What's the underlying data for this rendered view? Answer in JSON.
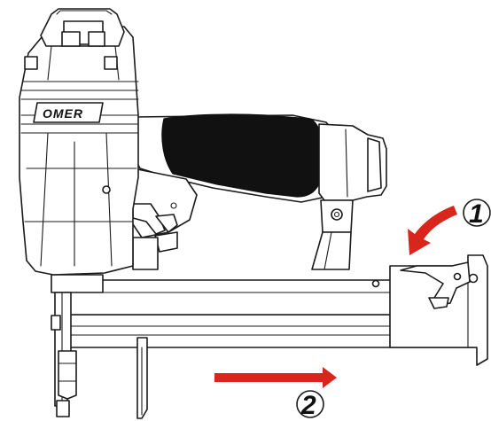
{
  "brand": {
    "logo_text": "OMER"
  },
  "steps": [
    {
      "number": "1",
      "action": "press-latch"
    },
    {
      "number": "2",
      "action": "slide-magazine"
    }
  ],
  "colors": {
    "arrow": "#d9261c",
    "outline": "#1a1a1a",
    "grip": "#111111",
    "background": "#ffffff"
  }
}
